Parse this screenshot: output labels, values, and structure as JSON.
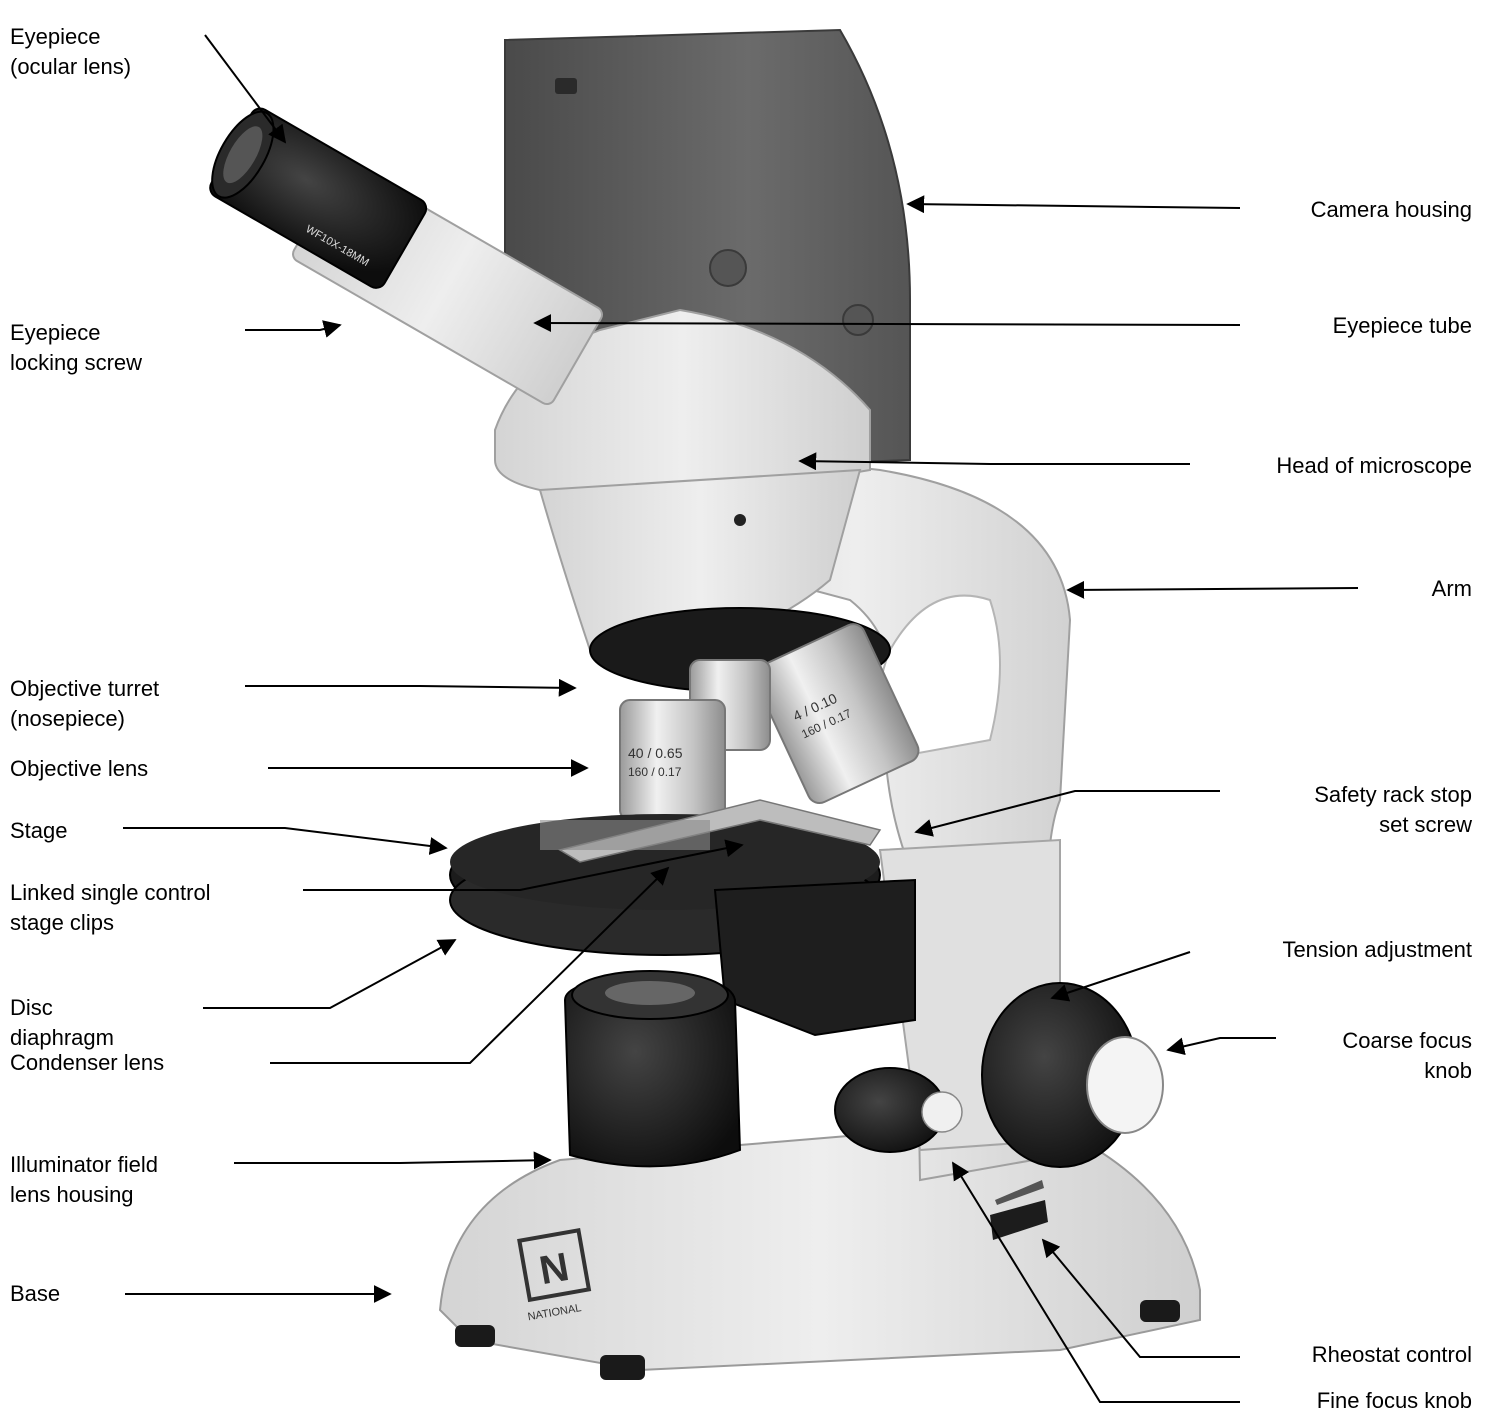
{
  "labels": {
    "eyepiece": "Eyepiece\n(ocular lens)",
    "camera_housing": "Camera housing",
    "eyepiece_locking_screw": "Eyepiece\nlocking screw",
    "eyepiece_tube": "Eyepiece tube",
    "head": "Head of microscope",
    "arm": "Arm",
    "objective_turret": "Objective turret\n(nosepiece)",
    "objective_lens": "Objective lens",
    "stage": "Stage",
    "safety_rack_stop": "Safety rack stop\nset screw",
    "stage_clips": "Linked single control\nstage clips",
    "tension_adjustment": "Tension adjustment",
    "disc_diaphragm": "Disc\ndiaphragm",
    "coarse_focus": "Coarse focus\nknob",
    "condenser_lens": "Condenser lens",
    "illuminator": "Illuminator field\nlens housing",
    "base": "Base",
    "rheostat": "Rheostat control",
    "fine_focus": "Fine focus knob"
  },
  "engravings": {
    "eyepiece_text": "WF10X-18MM",
    "obj40_line1": "40 / 0.65",
    "obj40_line2": "160 / 0.17",
    "obj4_line1": "4 / 0.10",
    "obj4_line2": "160 / 0.17",
    "brand": "NATIONAL",
    "logo_letter": "N"
  },
  "colors": {
    "body": "#e6e6e6",
    "body_shade": "#c8c8c8",
    "camera": "#5d5d5d",
    "black_part": "#1c1c1c",
    "metal": "#bdbdbd"
  }
}
